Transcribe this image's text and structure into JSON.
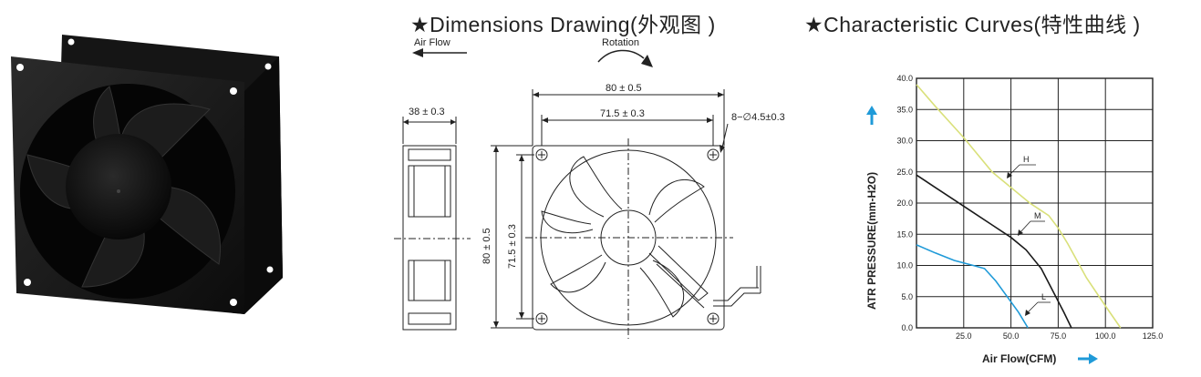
{
  "drawing": {
    "title": "★Dimensions Drawing(外观图 )",
    "airflow_label": "Air Flow",
    "rotation_label": "Rotation",
    "dim_depth": "38 ± 0.3",
    "dim_width_outer": "80 ± 0.5",
    "dim_width_holes": "71.5 ± 0.3",
    "dim_height_outer": "80 ± 0.5",
    "dim_height_holes": "71.5 ± 0.3",
    "dim_holes": "8−∅4.5±0.3"
  },
  "curves": {
    "title": "★Characteristic Curves(特性曲线 )",
    "colors": {
      "H": "#d9e07a",
      "M": "#1a1a1a",
      "L": "#1f9ad8",
      "arrow": "#1f9ad8"
    },
    "chart_data": {
      "type": "line",
      "xlabel": "Air Flow(CFM)",
      "ylabel": "ATR PRESSURE(mm-H2O)",
      "xlim": [
        0,
        125
      ],
      "ylim": [
        0,
        40
      ],
      "x_ticks": [
        "25.0",
        "50.0",
        "75.0",
        "100.0",
        "125.0"
      ],
      "y_ticks": [
        "0.0",
        "5.0",
        "10.0",
        "15.0",
        "20.0",
        "25.0",
        "30.0",
        "35.0",
        "40.0"
      ],
      "grid": true,
      "series": [
        {
          "name": "H",
          "x": [
            0,
            10,
            25,
            40,
            50,
            60,
            70,
            75,
            80,
            90,
            100,
            108
          ],
          "y": [
            39,
            35.5,
            30.5,
            25,
            22.5,
            20,
            18,
            16,
            13.5,
            8,
            3.5,
            0
          ]
        },
        {
          "name": "M",
          "x": [
            0,
            10,
            20,
            30,
            40,
            50,
            58,
            66,
            72,
            78,
            82
          ],
          "y": [
            24.5,
            22.5,
            20.5,
            18.5,
            16.5,
            14.5,
            12.5,
            9.5,
            6,
            2.5,
            0
          ]
        },
        {
          "name": "L",
          "x": [
            0,
            10,
            20,
            30,
            36,
            42,
            48,
            54,
            59
          ],
          "y": [
            13.3,
            12,
            10.8,
            10,
            9.5,
            7.5,
            5,
            2.5,
            0
          ]
        }
      ]
    }
  }
}
